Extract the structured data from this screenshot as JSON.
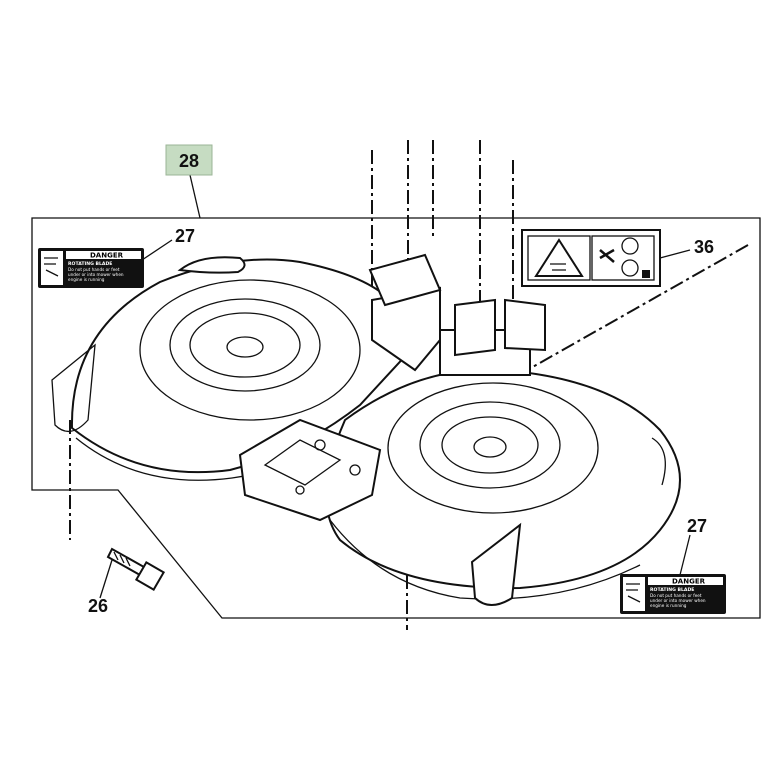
{
  "callouts": {
    "assembly": "28",
    "decal_left": "27",
    "decal_right": "27",
    "warning_decal": "36",
    "bolt": "26"
  },
  "danger_decal": {
    "heading": "DANGER",
    "title": "ROTATING BLADE",
    "body_line1": "Do not put hands or feet",
    "body_line2": "under or into mower when",
    "body_line3": "engine is running"
  },
  "colors": {
    "assembly_box": "#c6dcc2",
    "line": "#111111",
    "decal_bg": "#111111"
  },
  "icons": [
    "warning-triangle-icon",
    "rotating-blade-icon",
    "no-hands-icon"
  ]
}
